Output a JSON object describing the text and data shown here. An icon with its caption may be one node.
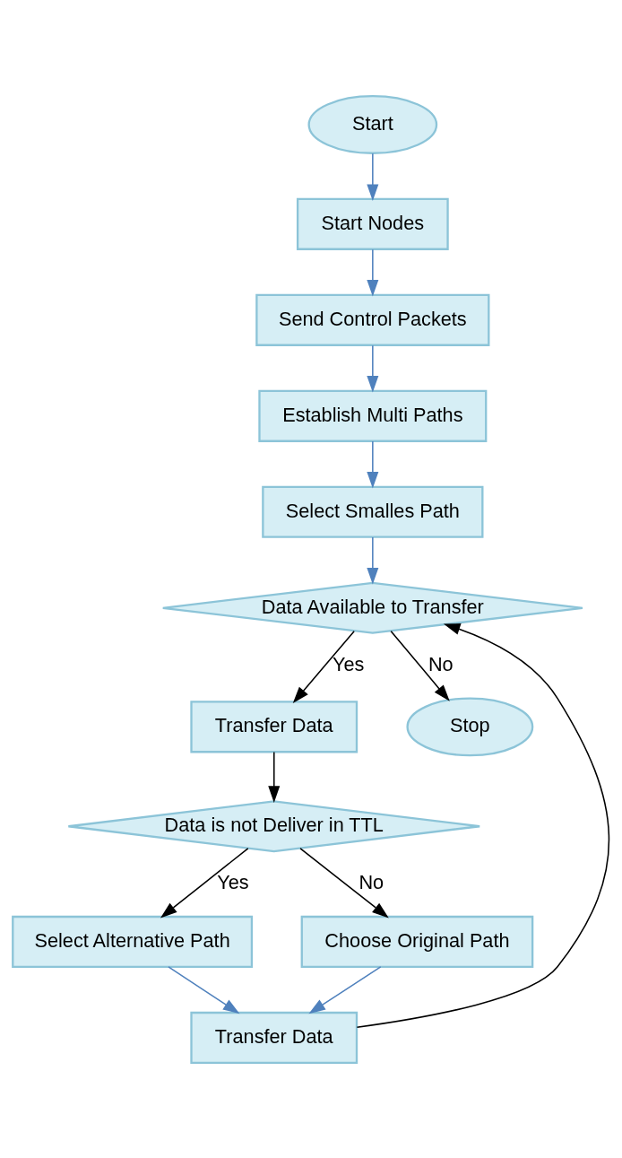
{
  "diagram": {
    "nodes": [
      {
        "text": [
          "Start"
        ]
      },
      {
        "text": [
          "Start Nodes"
        ]
      },
      {
        "text": [
          "Send Control Packets"
        ]
      },
      {
        "text": [
          "Establish Multi Paths"
        ]
      },
      {
        "text": [
          "Select Smalles Path"
        ]
      },
      {
        "text": [
          "Data Available to Transfer"
        ]
      },
      {
        "text": [
          "Transfer Data"
        ]
      },
      {
        "text": [
          "Data is not Deliver in TTL"
        ]
      },
      {
        "text": [
          "Select Alternative Path"
        ]
      },
      {
        "text": [
          "Choose Original Path"
        ]
      },
      {
        "text": [
          "Transfer Data"
        ]
      },
      {
        "text": [
          "Stop"
        ]
      }
    ],
    "edges": [
      {
        "from": 0,
        "to": 1,
        "arrow": "to"
      },
      {
        "from": 1,
        "to": 2,
        "arrow": "to"
      },
      {
        "from": 2,
        "to": 3,
        "arrow": "to"
      },
      {
        "from": 3,
        "to": 4,
        "arrow": "to"
      },
      {
        "from": 4,
        "to": 5,
        "arrow": "to"
      },
      {
        "from": 5,
        "to": 6,
        "arrow": "to",
        "label": "Yes",
        "color": "#000000"
      },
      {
        "from": 5,
        "to": 11,
        "arrow": "to",
        "label": "No",
        "color": "#000000"
      },
      {
        "from": 6,
        "to": 7,
        "arrow": "to",
        "color": "#000000"
      },
      {
        "from": 7,
        "to": 8,
        "arrow": "to",
        "label": "Yes",
        "color": "#000000"
      },
      {
        "from": 7,
        "to": 9,
        "arrow": "to",
        "label": "No",
        "color": "#000000"
      },
      {
        "from": 8,
        "to": 10,
        "arrow": "to"
      },
      {
        "from": 9,
        "to": 10,
        "arrow": "to"
      },
      {
        "from": 10,
        "to": 5,
        "arrow": "to",
        "color": "#000000"
      }
    ]
  }
}
